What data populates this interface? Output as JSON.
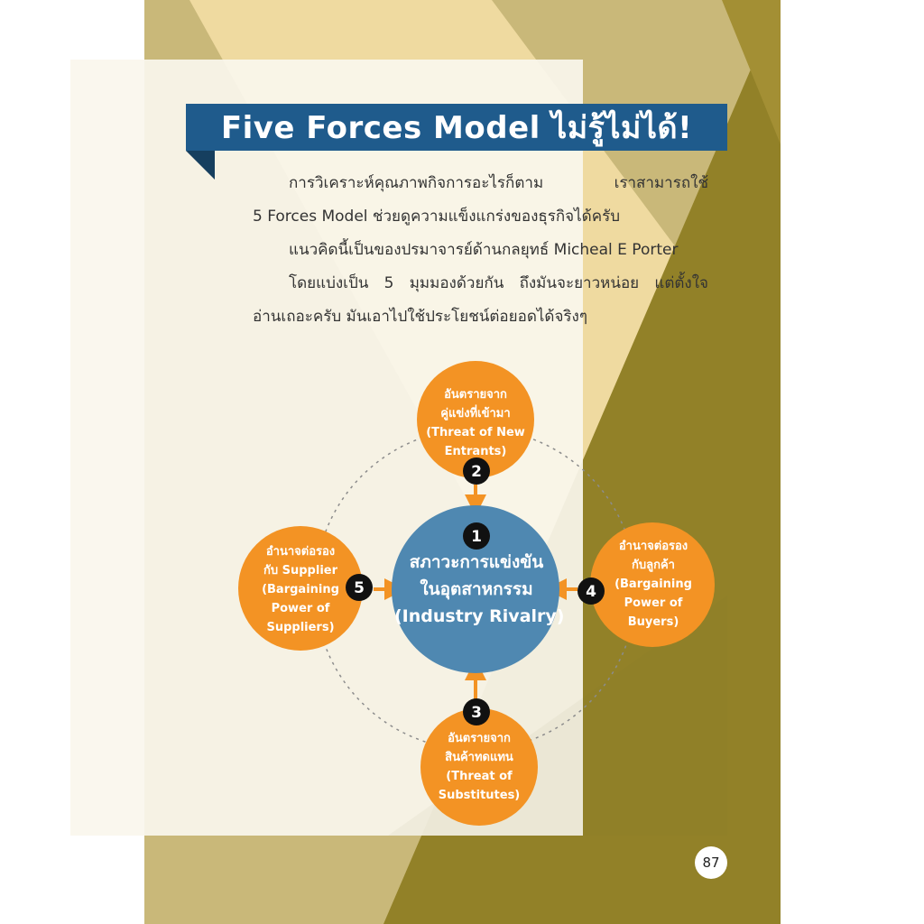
{
  "title": "Five Forces Model ไม่รู้ไม่ได้!",
  "paragraph": [
    "การวิเคราะห์คุณภาพกิจการอะไรก็ตาม  เราสามารถใช้",
    "5 Forces Model  ช่วยดูความแข็งแกร่งของธุรกิจได้ครับ",
    "แนวคิดนี้เป็นของปรมาจารย์ด้านกลยุทธ์ Micheal E Porter",
    "โดยแบ่งเป็น 5 มุมมองด้วยกัน ถึงมันจะยาวหน่อย แต่ตั้งใจ",
    "อ่านเถอะครับ  มันเอาไปใช้ประโยชน์ต่อยอดได้จริงๆ"
  ],
  "forces": {
    "center": {
      "number": "1",
      "lines": [
        "สภาวะการแข่งขัน",
        "ในอุตสาหกรรม",
        "(Industry Rivalry)"
      ]
    },
    "top": {
      "number": "2",
      "lines": [
        "อันตรายจาก",
        "คู่แข่งที่เข้ามา",
        "(Threat of New",
        "Entrants)"
      ]
    },
    "bottom": {
      "number": "3",
      "lines": [
        "อันตรายจาก",
        "สินค้าทดแทน",
        "(Threat of",
        "Substitutes)"
      ]
    },
    "right": {
      "number": "4",
      "lines": [
        "อำนาจต่อรอง",
        "กับลูกค้า",
        "(Bargaining",
        "Power of",
        "Buyers)"
      ]
    },
    "left": {
      "number": "5",
      "lines": [
        "อำนาจต่อรอง",
        "กับ Supplier",
        "(Bargaining",
        "Power of",
        "Suppliers)"
      ]
    }
  },
  "page_number": "87",
  "colors": {
    "banner": "#1f5b8c",
    "orange": "#f39324",
    "center_blue": "#4f88b1",
    "badge": "#111111",
    "olive": "#928128",
    "sand": "#c9b879"
  }
}
